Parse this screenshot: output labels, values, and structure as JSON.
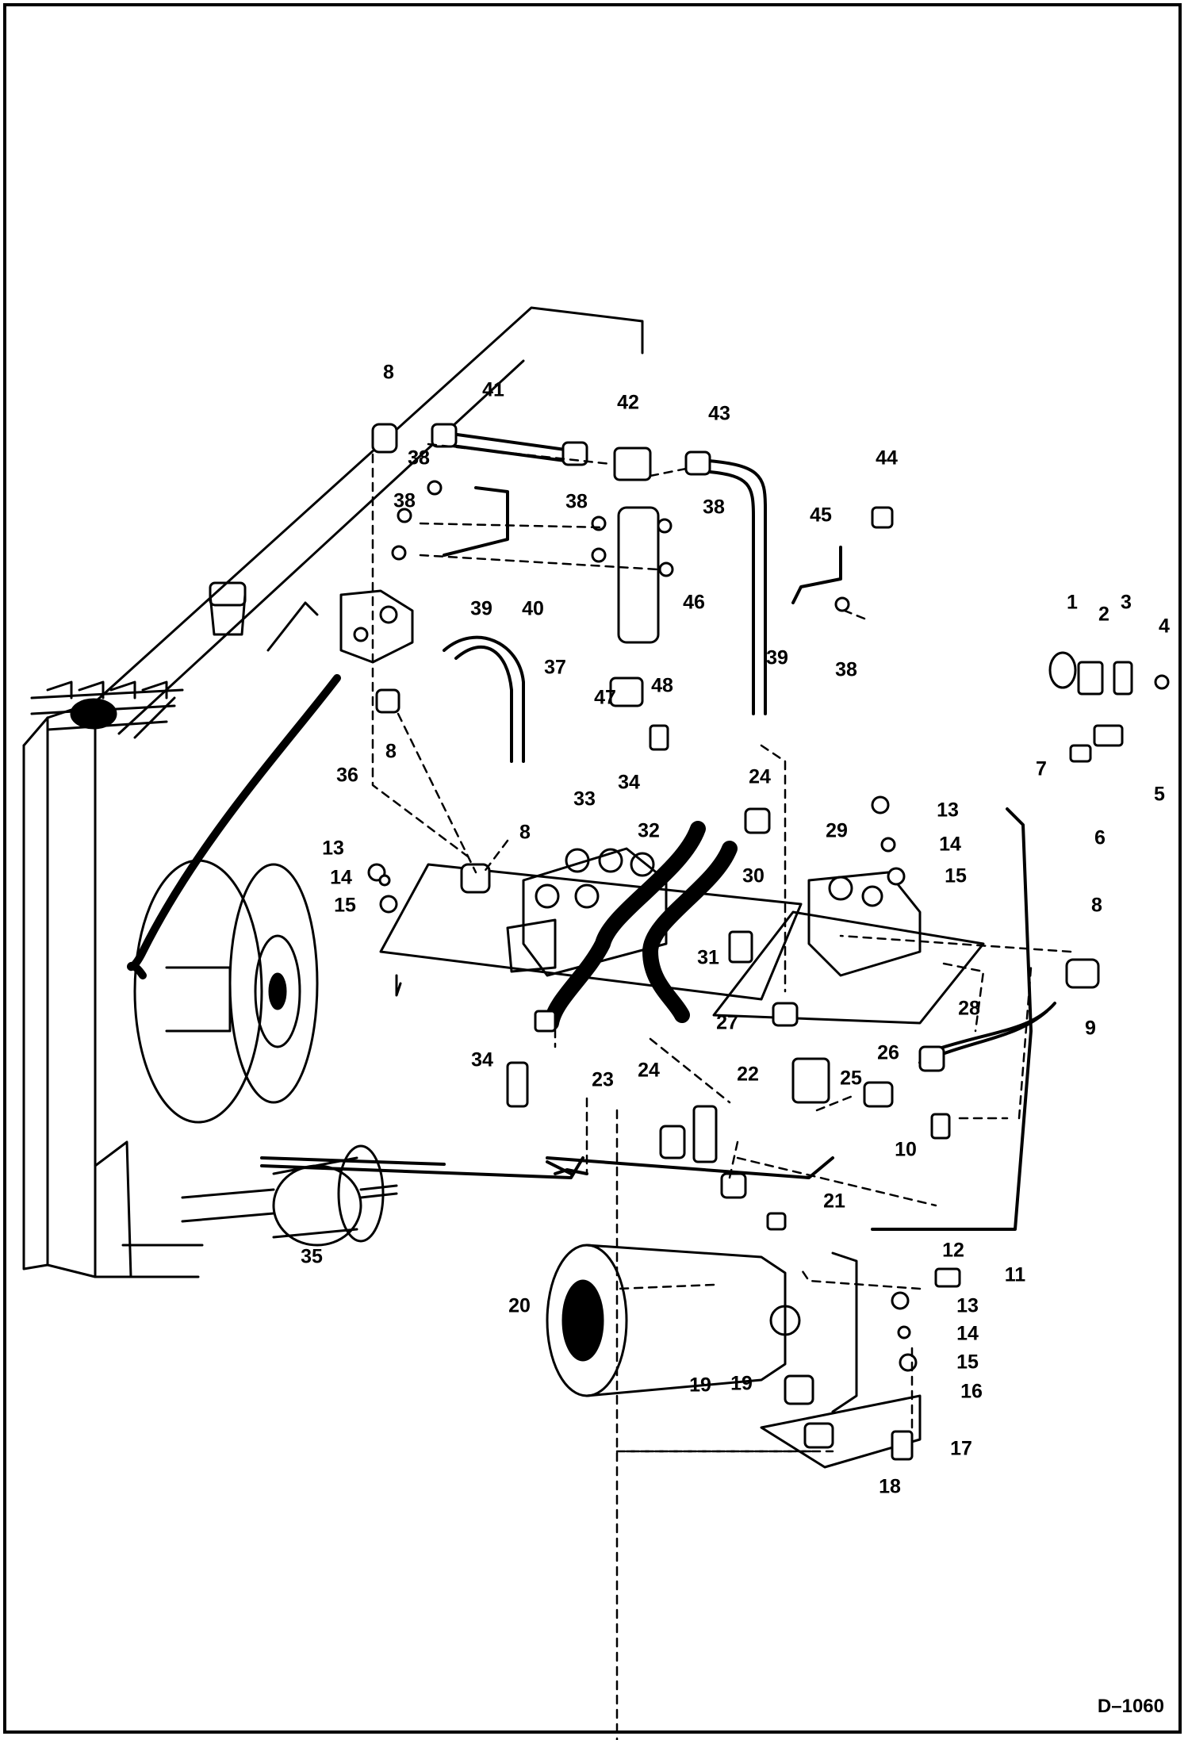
{
  "drawing_id": "D–1060",
  "callouts": [
    "1",
    "2",
    "3",
    "4",
    "5",
    "6",
    "7",
    "8",
    "9",
    "10",
    "11",
    "12",
    "13",
    "14",
    "15",
    "16",
    "17",
    "18",
    "19",
    "20",
    "21",
    "22",
    "23",
    "24",
    "25",
    "26",
    "27",
    "28",
    "29",
    "30",
    "31",
    "32",
    "33",
    "34",
    "35",
    "36",
    "37",
    "38",
    "39",
    "40",
    "41",
    "42",
    "43",
    "44",
    "45",
    "46",
    "47",
    "48"
  ]
}
